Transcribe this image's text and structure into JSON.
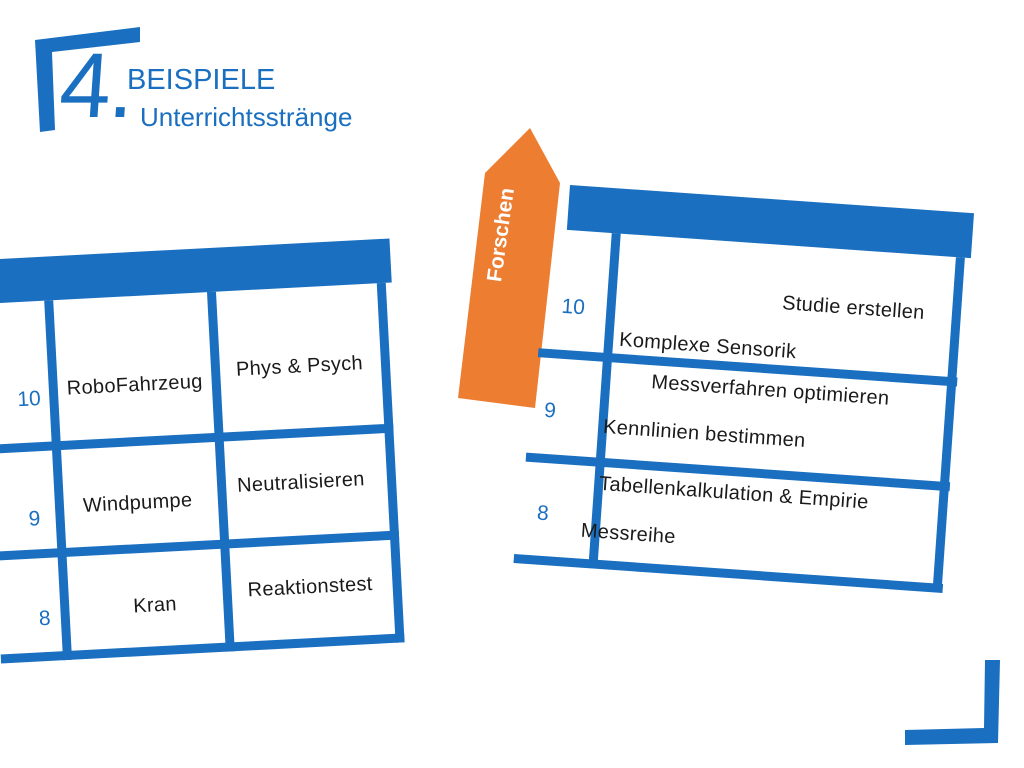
{
  "header": {
    "number": "4.",
    "title": "BEISPIELE",
    "subtitle": "Unterrichtsstränge"
  },
  "colors": {
    "accent": "#1a6fc0",
    "arrow": "#ec7d31"
  },
  "left_grid": {
    "grades": [
      "10",
      "9",
      "8"
    ],
    "rows": [
      {
        "grade": "10",
        "cells": [
          "RoboFahrzeug",
          "Phys & Psych"
        ]
      },
      {
        "grade": "9",
        "cells": [
          "Windpumpe",
          "Neutralisieren"
        ]
      },
      {
        "grade": "8",
        "cells": [
          "Kran",
          "Reaktionstest"
        ]
      }
    ]
  },
  "arrow": {
    "label": "Forschen"
  },
  "right_grid": {
    "grades": [
      "10",
      "9",
      "8"
    ],
    "rows": [
      {
        "grade": "10",
        "top": "Studie erstellen",
        "bottom": "Komplexe Sensorik"
      },
      {
        "grade": "9",
        "top": "Messverfahren optimieren",
        "bottom": "Kennlinien bestimmen"
      },
      {
        "grade": "8",
        "top": "Tabellenkalkulation & Empirie",
        "bottom": "Messreihe"
      }
    ]
  },
  "icons": [
    "corner-bracket-top-left-icon",
    "corner-bracket-bottom-right-icon",
    "arrow-up-icon"
  ]
}
